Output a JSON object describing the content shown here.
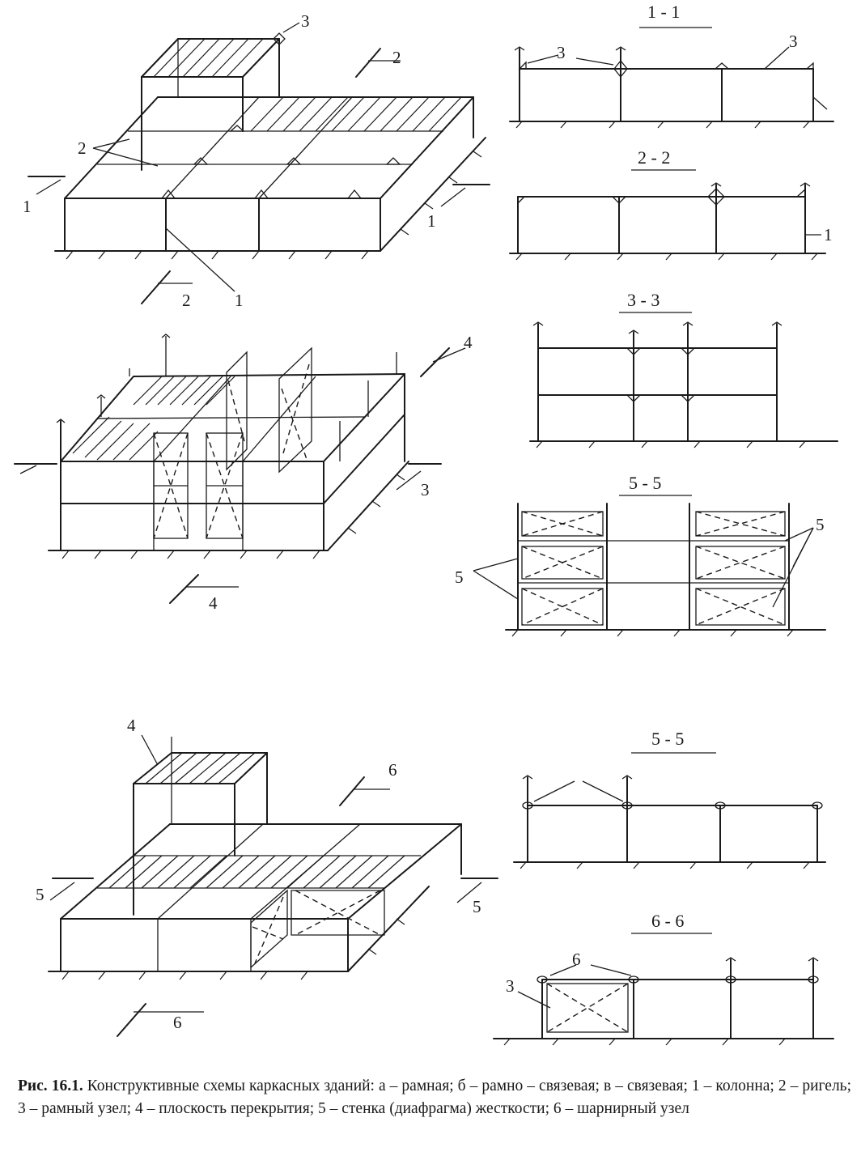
{
  "caption": {
    "figure_label": "Рис. 16.1.",
    "text": "Конструктивные схемы каркасных зданий: а – рамная; б – рамно – связевая; в – связевая; 1 – колонна; 2 – ригель; 3 – рамный узел; 4 – плоскость перекрытия; 5 – стенка (диафрагма) жесткости; 6 – шарнирный узел"
  },
  "diagram_a": {
    "callouts": {
      "column": "1",
      "beam": "2",
      "joint": "3"
    },
    "section_marks": {
      "s1": "1",
      "s2": "2"
    }
  },
  "diagram_b": {
    "section_marks": {
      "s3": "3",
      "s4": "4"
    }
  },
  "diagram_c": {
    "callouts": {
      "slab": "4"
    },
    "section_marks": {
      "s5": "5",
      "s6": "6"
    }
  },
  "sections": {
    "s11": {
      "title": "1 - 1",
      "label_joint_left": "3",
      "label_joint_right": "3"
    },
    "s22": {
      "title": "2 - 2",
      "label_column": "1"
    },
    "s33": {
      "title": "3 - 3"
    },
    "s55a": {
      "title": "5 - 5",
      "label_left": "5",
      "label_right": "5"
    },
    "s55b": {
      "title": "5 - 5"
    },
    "s66": {
      "title": "6 - 6",
      "label_hinge": "6",
      "label_wall": "3"
    }
  }
}
